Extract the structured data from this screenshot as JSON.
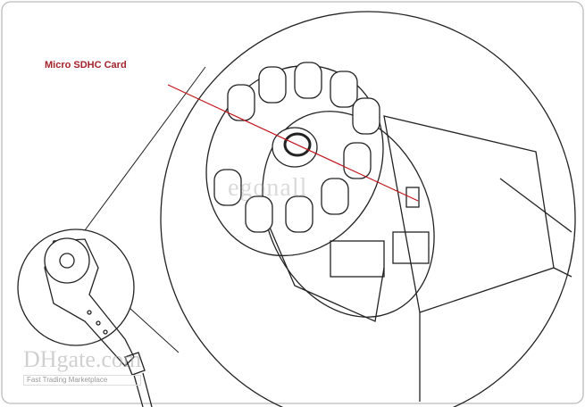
{
  "callout": {
    "label": "Micro SDHC Card",
    "color": "#a3222b"
  },
  "watermark": "egonall",
  "logo": {
    "brand": "DHgate.com",
    "tagline": "Fast Trading Marketplace"
  }
}
